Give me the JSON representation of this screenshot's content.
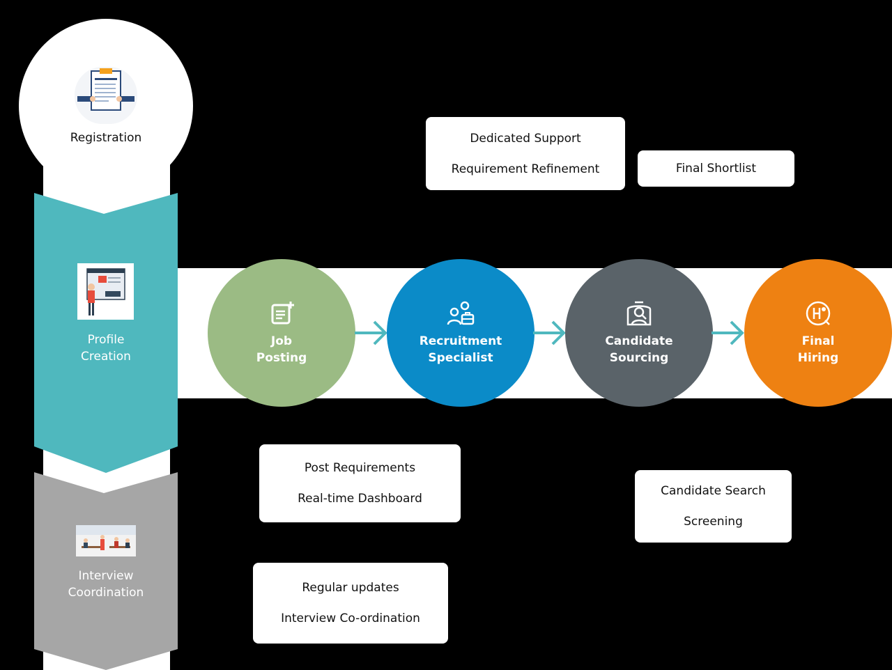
{
  "sidebar": {
    "registration": {
      "label": "Registration",
      "icon": "declaration-document-icon"
    },
    "profile": {
      "label_line1": "Profile",
      "label_line2": "Creation",
      "icon": "profile-illustration-icon",
      "color": "#4fb8be"
    },
    "interview": {
      "label_line1": "Interview",
      "label_line2": "Coordination",
      "icon": "interview-illustration-icon",
      "color": "#a6a6a6"
    }
  },
  "steps": [
    {
      "line1": "Job",
      "line2": "Posting",
      "icon": "document-add-icon",
      "color": "#9bbb84"
    },
    {
      "line1": "Recruitment",
      "line2": "Specialist",
      "icon": "specialist-icon",
      "color": "#0b8bc8"
    },
    {
      "line1": "Candidate",
      "line2": "Sourcing",
      "icon": "sourcing-icon",
      "color": "#5a6369"
    },
    {
      "line1": "Final",
      "line2": "Hiring",
      "icon": "hiring-icon",
      "color": "#ee8112"
    }
  ],
  "arrow_color": "#4fb8be",
  "boxes": {
    "support": [
      "Dedicated Support",
      "Requirement Refinement"
    ],
    "shortlist": [
      "Final Shortlist"
    ],
    "post": [
      "Post Requirements",
      "Real-time Dashboard"
    ],
    "search": [
      "Candidate Search",
      "Screening"
    ],
    "updates": [
      "Regular updates",
      "Interview Co-ordination"
    ]
  }
}
